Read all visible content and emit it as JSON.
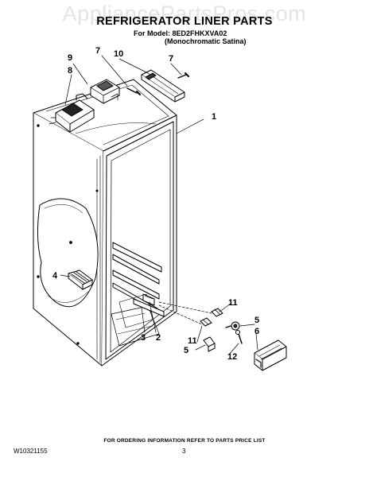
{
  "watermark": "AppliancePartsPros.com",
  "title": "REFRIGERATOR LINER PARTS",
  "model_line": "For Model: 8ED2FHKXVA02",
  "model_variant": "(Monochromatic Satina)",
  "callouts": {
    "c1": "1",
    "c2": "2",
    "c3": "3",
    "c4": "4",
    "c5a": "5",
    "c5b": "5",
    "c6": "6",
    "c7a": "7",
    "c7b": "7",
    "c8": "8",
    "c9": "9",
    "c10": "10",
    "c11a": "11",
    "c11b": "11",
    "c12": "12"
  },
  "footer_note": "FOR ORDERING INFORMATION REFER TO PARTS PRICE LIST",
  "doc_number": "W10321155",
  "page_number": "3"
}
